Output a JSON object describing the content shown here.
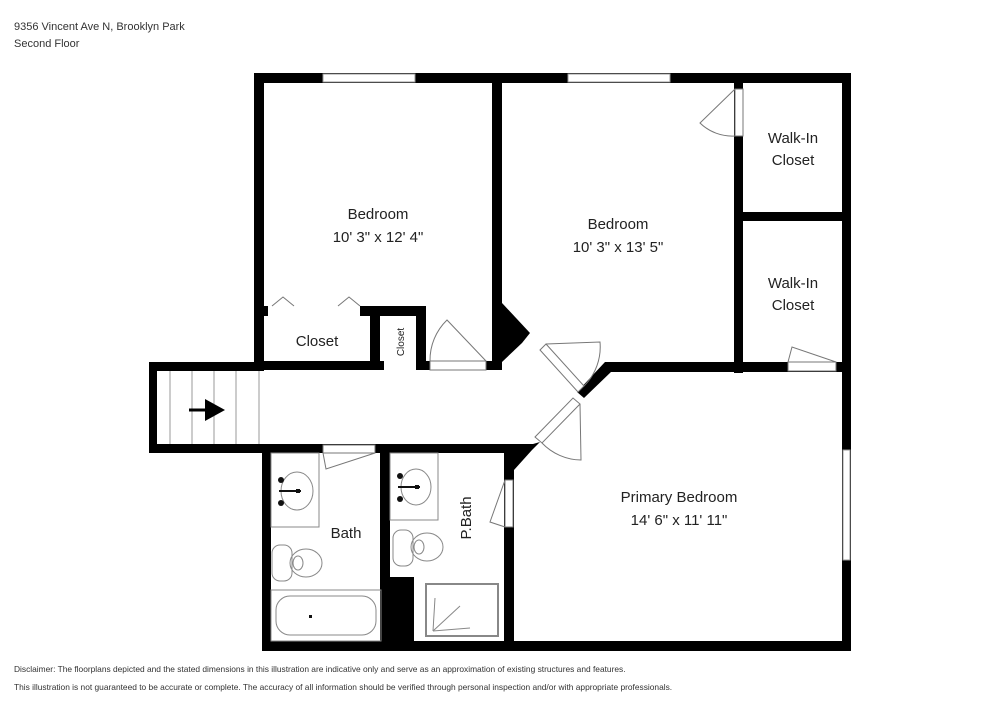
{
  "header": {
    "address": "9356 Vincent Ave N, Brooklyn Park",
    "floor": "Second Floor"
  },
  "rooms": {
    "bedroom1": {
      "name": "Bedroom",
      "dims": "10' 3\" x 12' 4\""
    },
    "bedroom2": {
      "name": "Bedroom",
      "dims": "10' 3\" x 13' 5\""
    },
    "walkin1": {
      "line1": "Walk-In",
      "line2": "Closet"
    },
    "walkin2": {
      "line1": "Walk-In",
      "line2": "Closet"
    },
    "closet1": {
      "name": "Closet"
    },
    "closet2": {
      "name": "Closet"
    },
    "bath": {
      "name": "Bath"
    },
    "pbath": {
      "name": "P.Bath"
    },
    "primary": {
      "name": "Primary Bedroom",
      "dims": "14' 6\" x 11' 11\""
    }
  },
  "colors": {
    "wall": "#000000",
    "fixture": "#888888",
    "background": "#ffffff"
  },
  "icons": {
    "stairs_arrow": "arrow-right-icon"
  },
  "disclaimer": {
    "line1": "Disclaimer: The floorplans depicted and the stated dimensions in this illustration are indicative only and serve as an approximation of existing structures and features.",
    "line2": "This illustration is not guaranteed to be accurate or complete. The accuracy of all information should be verified through personal inspection and/or with appropriate professionals."
  }
}
